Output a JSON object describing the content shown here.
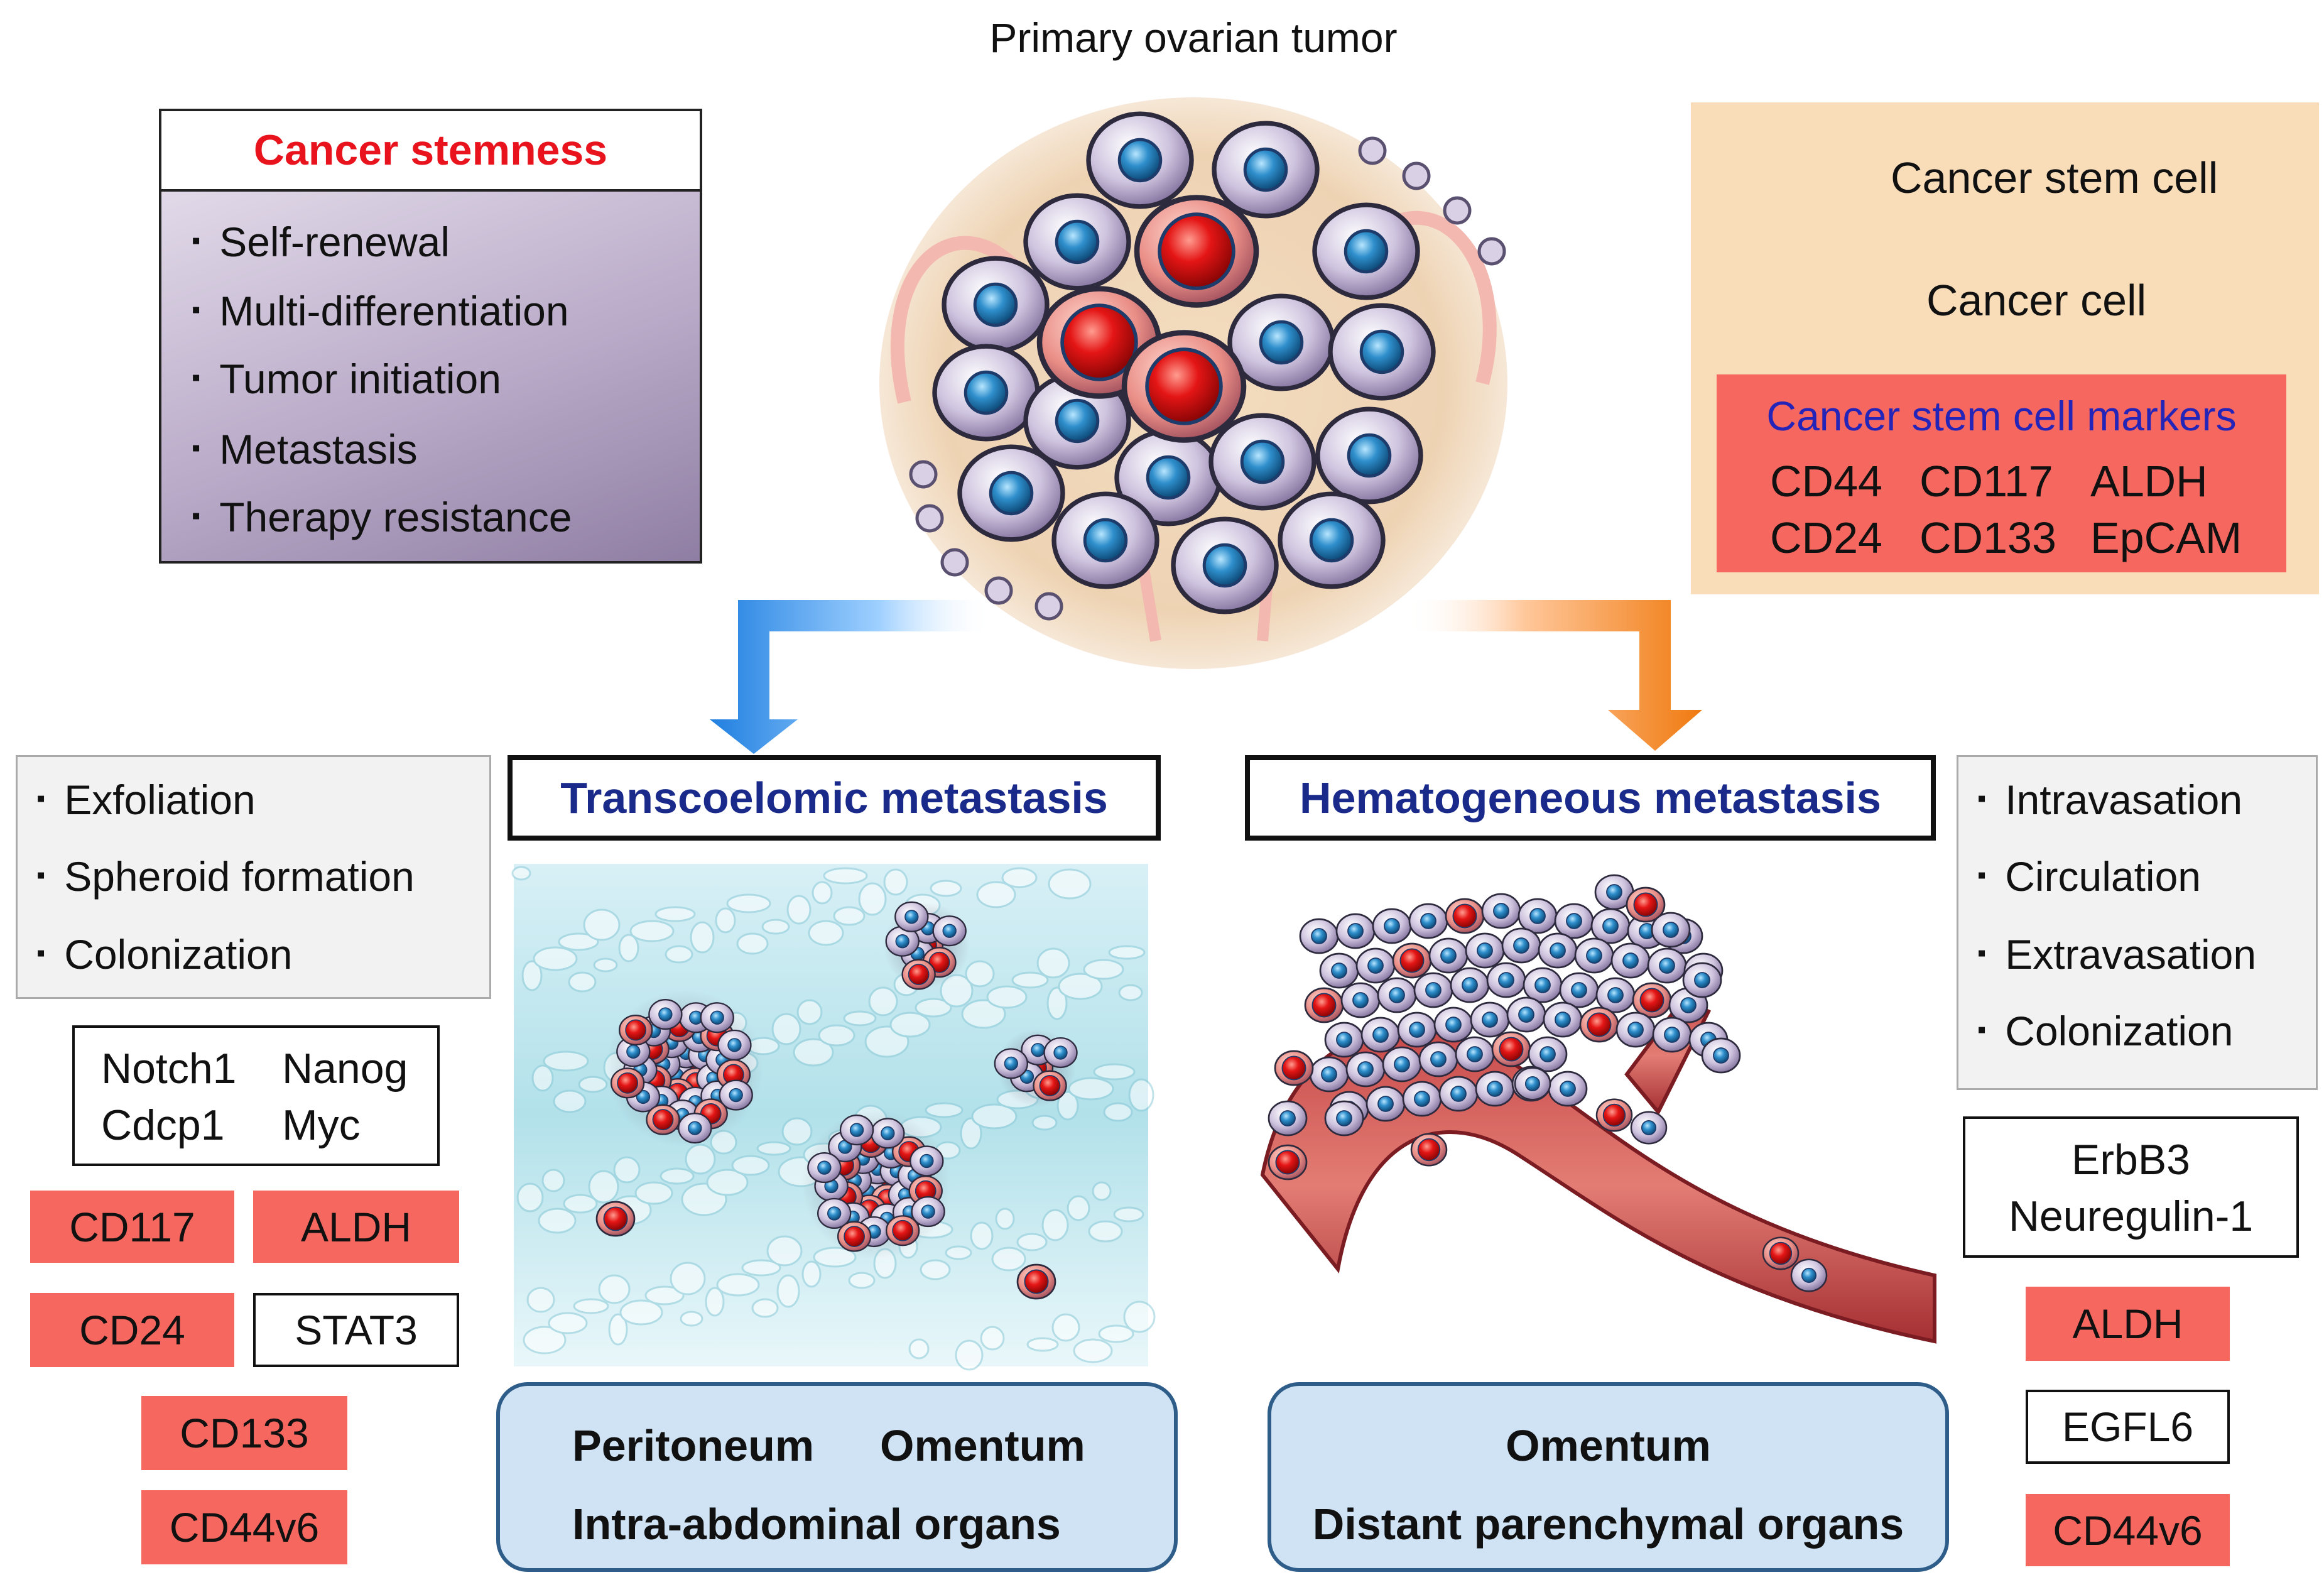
{
  "title": "Primary ovarian tumor",
  "stemness": {
    "heading": "Cancer stemness",
    "items": [
      "Self-renewal",
      "Multi-differentiation",
      "Tumor initiation",
      "Metastasis",
      "Therapy resistance"
    ]
  },
  "legend": {
    "stem_cell": "Cancer stem cell",
    "cancer_cell": "Cancer cell",
    "markers_title": "Cancer stem cell markers",
    "markers_row1": [
      "CD44",
      "CD117",
      "ALDH"
    ],
    "markers_row2": [
      "CD24",
      "CD133",
      "EpCAM"
    ]
  },
  "transcoelomic": {
    "title": "Transcoelomic metastasis",
    "steps": [
      "Exfoliation",
      "Spheroid formation",
      "Colonization"
    ],
    "genes": [
      "Notch1",
      "Nanog",
      "Cdcp1",
      "Myc"
    ],
    "markers": {
      "cd117": "CD117",
      "aldh": "ALDH",
      "cd24": "CD24",
      "stat3": "STAT3",
      "cd133": "CD133",
      "cd44v6": "CD44v6"
    },
    "organs": {
      "line1a": "Peritoneum",
      "line1b": "Omentum",
      "line2": "Intra-abdominal organs"
    }
  },
  "hematogeneous": {
    "title": "Hematogeneous metastasis",
    "steps": [
      "Intravasation",
      "Circulation",
      "Extravasation",
      "Colonization"
    ],
    "genes": [
      "ErbB3",
      "Neuregulin-1"
    ],
    "markers": {
      "aldh": "ALDH",
      "egfl6": "EGFL6",
      "cd44v6": "CD44v6"
    },
    "organs": {
      "line1": "Omentum",
      "line2": "Distant parenchymal organs"
    }
  },
  "colors": {
    "stem_red": "#e8131c",
    "marker_box": "#f6675f",
    "legend_bg": "#f9ddb9",
    "route_title": "#1a2a8a",
    "arrow_left": "#1f7fe0",
    "arrow_right": "#f07a10",
    "organ_box": "#cfe3f4"
  }
}
